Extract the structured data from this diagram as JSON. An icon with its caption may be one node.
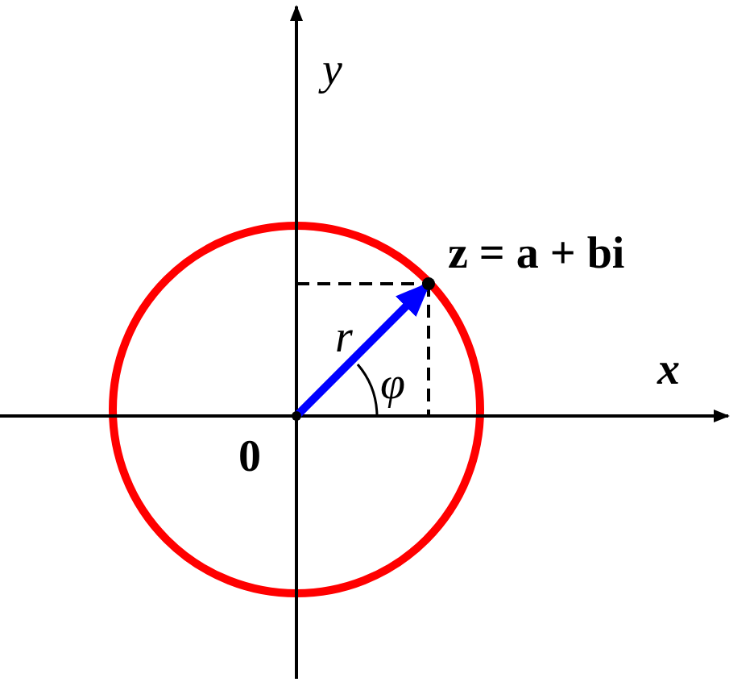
{
  "diagram": {
    "labels": [
      "y",
      "z = a + bi",
      "r",
      "x",
      "φ",
      "0"
    ]
  }
}
